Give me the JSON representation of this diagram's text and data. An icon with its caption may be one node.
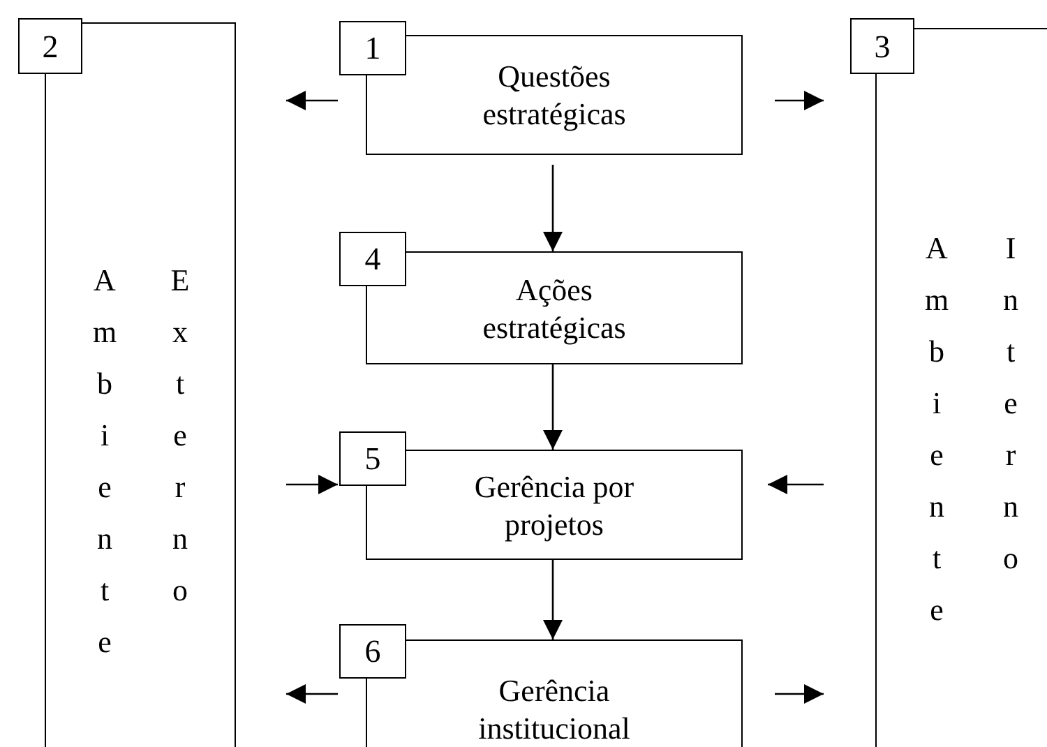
{
  "diagram": {
    "nodes": [
      {
        "text": [
          "1",
          "Questões estratégicas"
        ]
      },
      {
        "text": [
          "2",
          "Ambiente",
          "Externo"
        ]
      },
      {
        "text": [
          "3",
          "Ambiente",
          "Interno"
        ]
      },
      {
        "text": [
          "4",
          "Ações estratégicas"
        ]
      },
      {
        "text": [
          "5",
          "Gerência por projetos"
        ]
      },
      {
        "text": [
          "6",
          "Gerência institucional"
        ]
      }
    ],
    "edges": [
      {
        "from": 0,
        "to": 1,
        "arrow": "to"
      },
      {
        "from": 0,
        "to": 2,
        "arrow": "to"
      },
      {
        "from": 0,
        "to": 3,
        "arrow": "to"
      },
      {
        "from": 3,
        "to": 4,
        "arrow": "to"
      },
      {
        "from": 4,
        "to": 5,
        "arrow": "to"
      },
      {
        "from": 1,
        "to": 4,
        "arrow": "to"
      },
      {
        "from": 2,
        "to": 4,
        "arrow": "to"
      },
      {
        "from": 5,
        "to": 1,
        "arrow": "to"
      },
      {
        "from": 5,
        "to": 2,
        "arrow": "to"
      }
    ]
  }
}
